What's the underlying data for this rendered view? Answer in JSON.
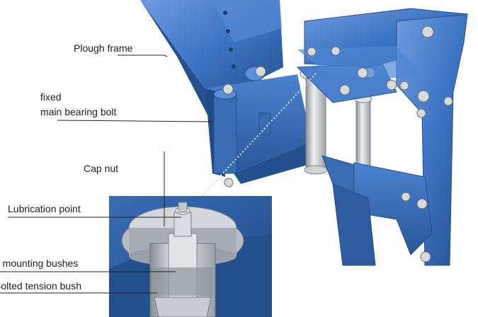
{
  "labels": {
    "plough_frame": "Plough frame",
    "main_bearing_bolt_line1": "fixed",
    "main_bearing_bolt_line2": "main bearing bolt",
    "cap_nut": "Cap nut",
    "lubrication_point": "Lubrication point",
    "split_mounting_bushes": "d mounting bushes",
    "bolted_tension_bush": "Bolted tension bush"
  },
  "colors": {
    "frame_blue": "#3d74c4",
    "frame_blue_dark": "#24508f",
    "frame_blue_light": "#6f9be0",
    "inset_background": "#2f5c9e",
    "steel": "#c9cdd2",
    "steel_dark": "#8a8f96",
    "leader_line": "#222222"
  },
  "icons": {
    "bolt_head": "hex-bolt-icon",
    "dotted_link": "dotted-callout-line"
  }
}
